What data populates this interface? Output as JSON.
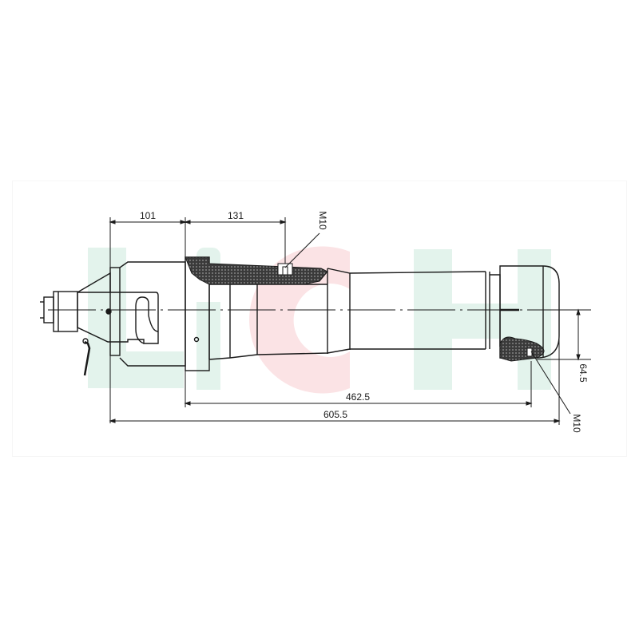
{
  "diagram": {
    "subject": "Electric screwdriver technical outline drawing",
    "watermark": {
      "text": "LICH",
      "letters": [
        {
          "char": "L",
          "color": "#e3f3ec"
        },
        {
          "char": "I",
          "color": "#e3f3ec"
        },
        {
          "char": "C",
          "color": "#fbe3e5"
        },
        {
          "char": "H",
          "color": "#e3f3ec"
        }
      ]
    },
    "dimensions": {
      "top_left": "101",
      "top_middle": "131",
      "total_body": "462.5",
      "overall_length": "605.5",
      "right_vertical": "64.5"
    },
    "thread_callouts": {
      "top": "M10",
      "bottom_right": "M10"
    },
    "colors": {
      "line": "#1a1a1a",
      "hatch": "#2a2a2a",
      "watermark_green": "#e3f3ec",
      "watermark_pink": "#fbe3e5"
    }
  }
}
